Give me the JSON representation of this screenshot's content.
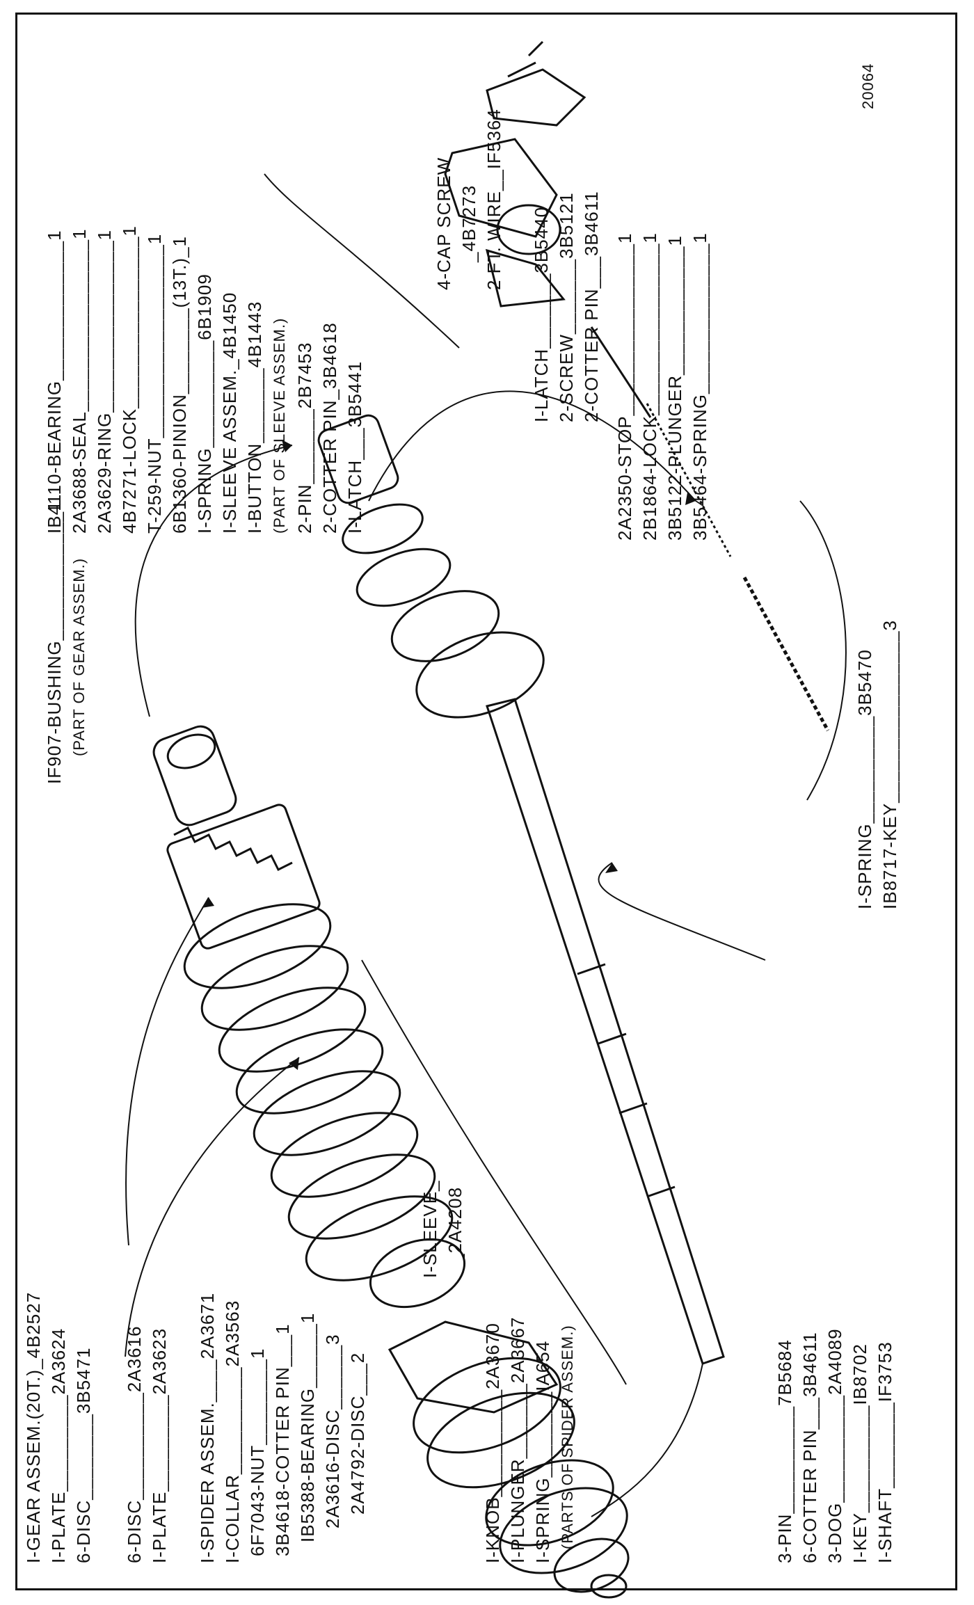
{
  "figure_number": "20064",
  "groups": {
    "gear_assembly": [
      "I-GEAR ASSEM.(20T.)_4B2527",
      "I-PLATE_________2A3624",
      "6-DISC________3B5471"
    ],
    "plates_discs": [
      "6-DISC__________2A3616",
      "I-PLATE_________2A3623"
    ],
    "spider_assembly": [
      "I-SPIDER ASSEM.____2A3671",
      "I-COLLAR__________2A3563",
      "6F7043-NUT________1",
      "3B4618-COTTER PIN___1",
      "IB5388-BEARING______1",
      "2A3616-DISC______3",
      "2A4792-DISC___2"
    ],
    "sleeve": [
      "I-SLEEVE_",
      "_2A4208"
    ],
    "spider_parts": [
      "I-KNOB__________2A3670",
      "I-PLUNGER_______2A3667",
      "I-SPRING________IA654",
      "(PARTS OF SPIDER ASSEM.)"
    ],
    "shaft_parts": [
      "3-PIN__________7B5684",
      "6-COTTER PIN___3B4611",
      "3-DOG__________2A4089",
      "I-KEY__________IB8702",
      "I-SHAFT________IF3753"
    ],
    "bushing": [
      "IF907-BUSHING____________1",
      "(PART OF GEAR ASSEM.)"
    ],
    "spring_key": [
      "I-SPRING__________3B5470",
      "IB8717-KEY________________3"
    ],
    "bearing_stack": [
      "IB4110-BEARING_____________1",
      "2A3688-SEAL________________1",
      "2A3629-RING________________1",
      "4B7271-LOCK________________1",
      "T-259-NUT__________________1",
      "6B1360-PINION________(13T.)_1",
      "I-SPRING__________6B1909",
      "I-SLEEVE ASSEM._4B1450",
      "I-BUTTON_______4B1443",
      "(PART OF SLEEVE ASSEM.)",
      "2-PIN_______2B7453",
      "2-COTTER PIN_3B4618",
      "I-LATCH___3B5441"
    ],
    "cap_screw": [
      "4-CAP SCREW",
      "_4B7273",
      "2 FT. WIRE__IF5364"
    ],
    "latch_screw": [
      "I-LATCH_______3B5440",
      "2-SCREW_______3B5121",
      "2-COTTER PIN___3B4611"
    ],
    "stop_plunger": [
      "2A2350-STOP________________1",
      "2B1864-LOCK________________1",
      "3B5122-PLUNGER____________1",
      "3B5464-SPRING______________1"
    ]
  }
}
